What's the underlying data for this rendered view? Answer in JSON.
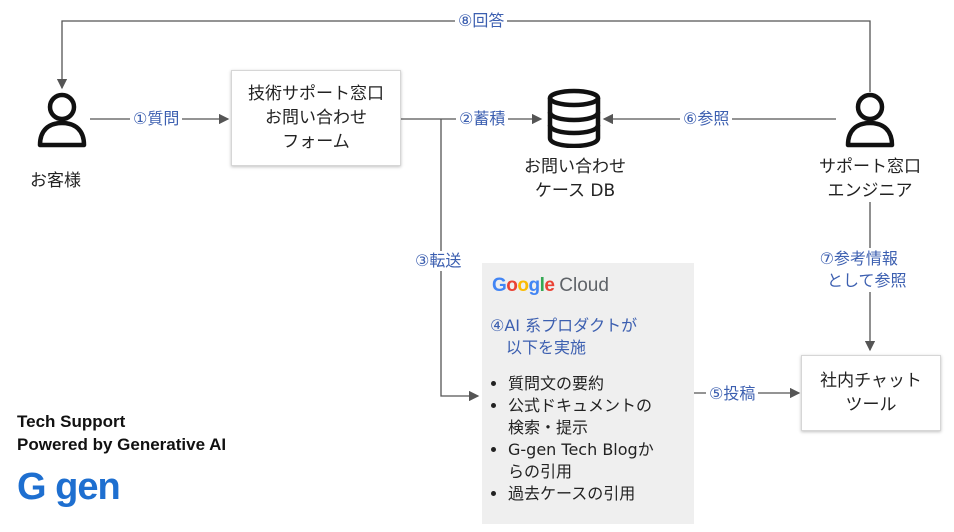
{
  "actors": {
    "customer": "お客様",
    "engineer_line1": "サポート窓口",
    "engineer_line2": "エンジニア"
  },
  "form_box": {
    "line1": "技術サポート窓口",
    "line2": "お問い合わせ",
    "line3": "フォーム"
  },
  "database": {
    "line1": "お問い合わせ",
    "line2": "ケース DB"
  },
  "chat_tool": {
    "line1": "社内チャット",
    "line2": "ツール"
  },
  "edges": {
    "question": "①質問",
    "store": "②蓄積",
    "forward": "③転送",
    "post": "⑤投稿",
    "reference": "⑥参照",
    "as_reference_line1": "⑦参考情報",
    "as_reference_line2": "として参照",
    "answer": "⑧回答"
  },
  "google_cloud": {
    "logo_word": "Google",
    "logo_product": "Cloud",
    "desc_line1": "④AI 系プロダクトが",
    "desc_line2": "以下を実施",
    "items": [
      "質問文の要約",
      "公式ドキュメントの検索・提示",
      "G-gen Tech Blogからの引用",
      "過去ケースの引用"
    ]
  },
  "branding": {
    "line1": "Tech Support",
    "line2": "Powered by Generative AI",
    "logo_text": "G gen"
  },
  "colors": {
    "edge_label": "#3c5fb0",
    "line": "#555555",
    "panel": "#efefef",
    "logo_blue": "#1e6fd0"
  }
}
